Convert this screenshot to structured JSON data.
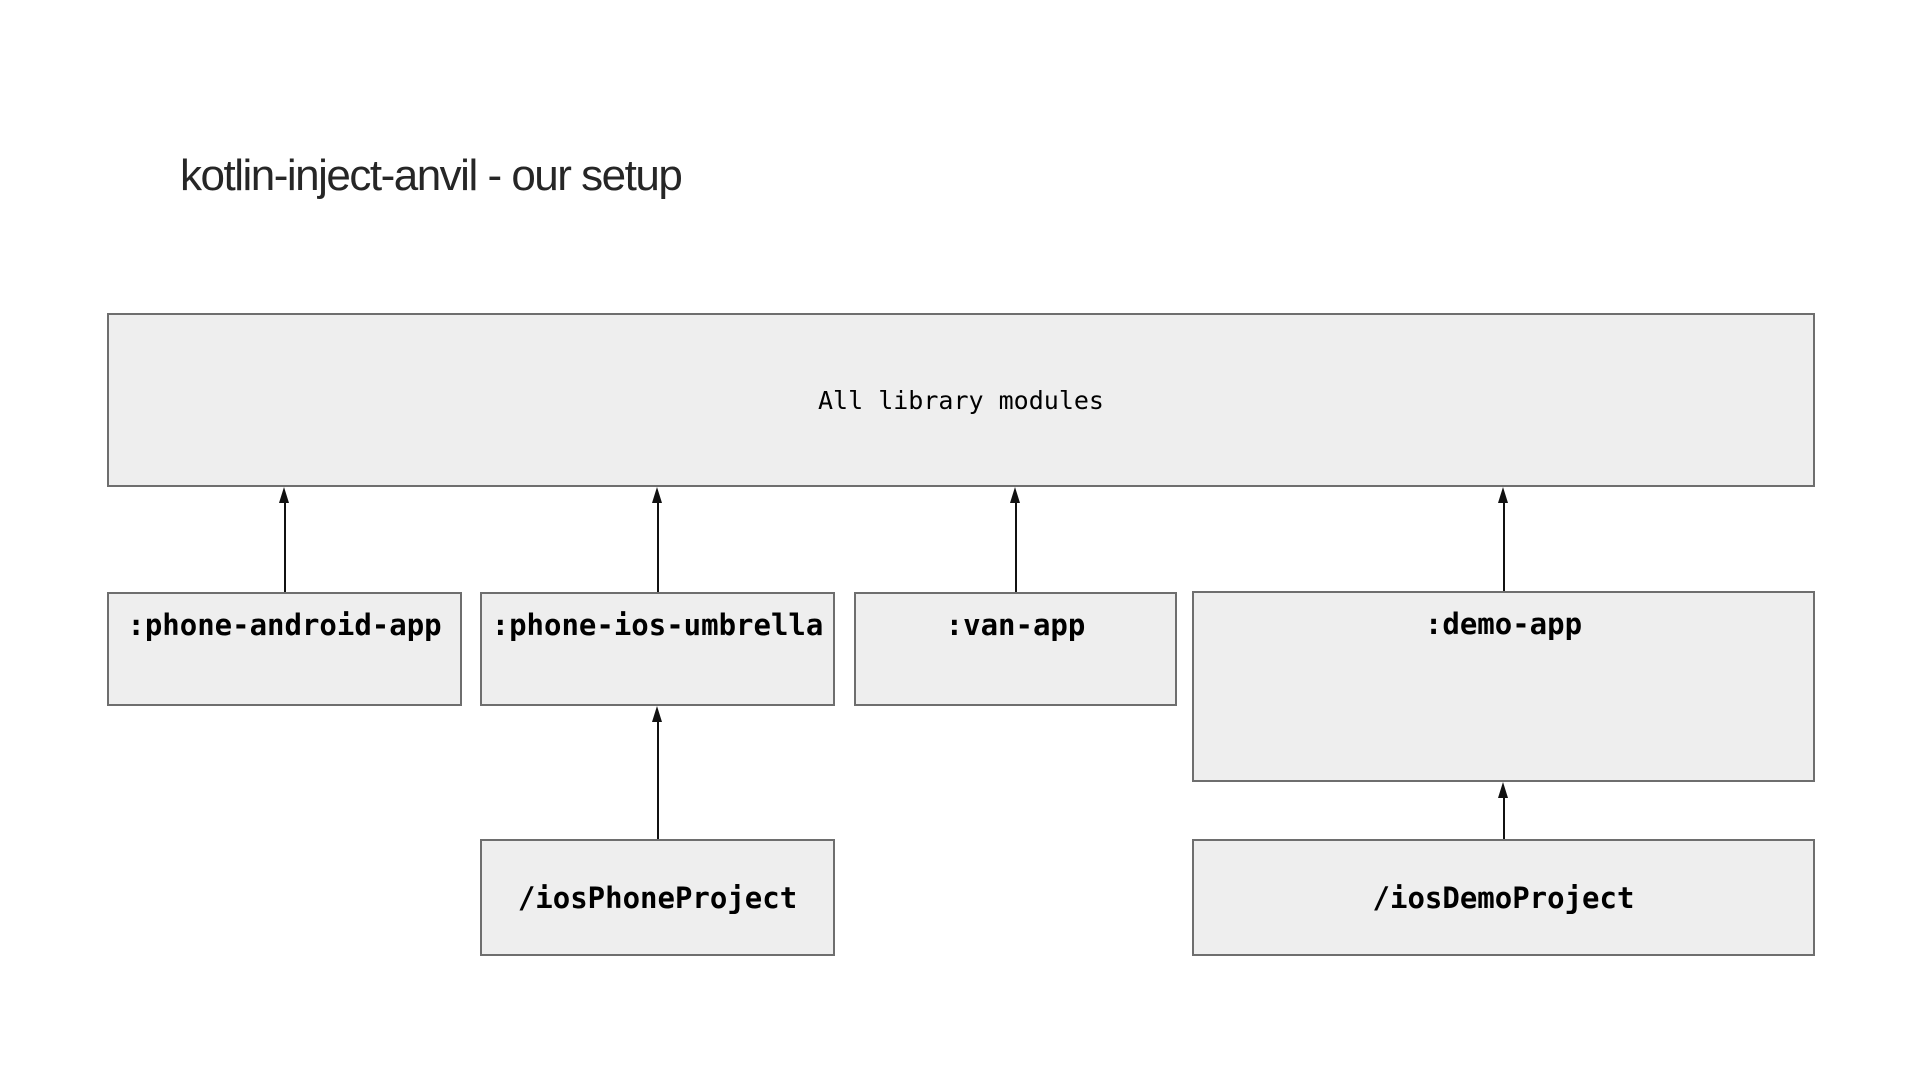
{
  "title": "kotlin-inject-anvil - our setup",
  "colors": {
    "background": "#ffffff",
    "node_fill": "#eeeeee",
    "node_border": "#6e6e6e",
    "arrow": "#111111",
    "label_text": "#000000",
    "title_text": "#262626"
  },
  "diagram": {
    "nodes": {
      "all_library_modules": {
        "label": "All library modules"
      },
      "phone_android_app": {
        "label": ":phone-android-app"
      },
      "phone_ios_umbrella": {
        "label": ":phone-ios-umbrella"
      },
      "van_app": {
        "label": ":van-app"
      },
      "demo_app": {
        "label": ":demo-app"
      },
      "ios_phone_project": {
        "label": "/iosPhoneProject"
      },
      "ios_demo_project": {
        "label": "/iosDemoProject"
      }
    },
    "edges": [
      {
        "from": ":phone-android-app",
        "to": "All library modules"
      },
      {
        "from": ":phone-ios-umbrella",
        "to": "All library modules"
      },
      {
        "from": ":van-app",
        "to": "All library modules"
      },
      {
        "from": ":demo-app",
        "to": "All library modules"
      },
      {
        "from": "/iosPhoneProject",
        "to": ":phone-ios-umbrella"
      },
      {
        "from": "/iosDemoProject",
        "to": ":demo-app"
      }
    ]
  }
}
